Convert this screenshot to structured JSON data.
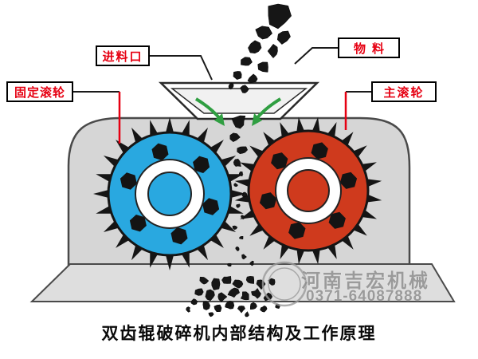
{
  "labels": {
    "feed_inlet": "进料口",
    "material": "物料",
    "fixed_roller": "固定滚轮",
    "main_roller": "主滚轮"
  },
  "caption": "双齿辊破碎机内部结构及工作原理",
  "watermark": {
    "company": "河南吉宏机械",
    "phone": "0371-64087888"
  },
  "colors": {
    "left_gear": "#29a8e0",
    "right_gear": "#cf3a1d",
    "machine_body": "#d6d6d6",
    "base_plate": "#dedede",
    "label_text": "#e60012",
    "arrow_green": "#2f9e41",
    "coal": "#161616",
    "watermark_gray": "#8f8f8f"
  }
}
